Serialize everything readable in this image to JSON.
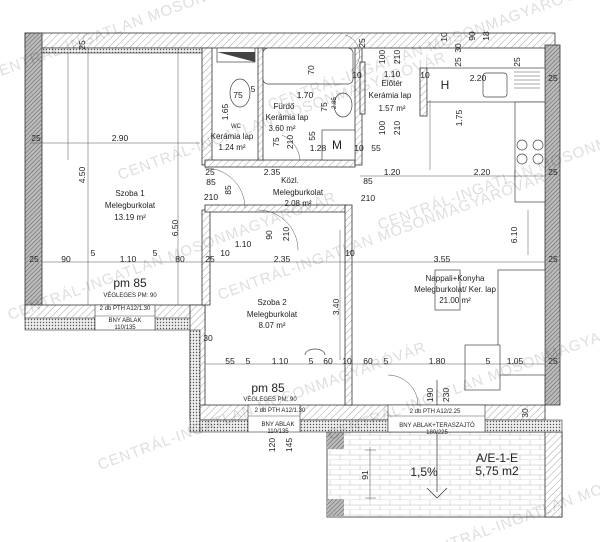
{
  "watermark": "CENTRÁL-INGATLAN MOSONMAGYARÓVÁR",
  "rooms": {
    "szoba1": {
      "name": "Szoba 1",
      "floor": "Melegburkolat",
      "area": "13.19 m²"
    },
    "wc": {
      "name": "WC",
      "floor": "Kerámia lap",
      "area": "1.24 m²"
    },
    "furdo": {
      "name": "Fürdő",
      "floor": "Kerámia lap",
      "area": "3.60 m²"
    },
    "eloter": {
      "name": "Előtér",
      "floor": "Kerámia lap",
      "area": "1.57 m²"
    },
    "kozl": {
      "name": "Közl.",
      "floor": "Melegburkolat",
      "area": "2.08 m²"
    },
    "szoba2": {
      "name": "Szoba 2",
      "floor": "Melegburkolat",
      "area": "8.07 m²"
    },
    "nappali": {
      "name": "Nappali+Konyha",
      "floor": "Melegburkolat/ Ker. lap",
      "area": "21.00 m²"
    },
    "terasz": {
      "name": "A/E-1-E",
      "area": "5,75 m2",
      "slope": "1,5%"
    }
  },
  "fixtures": {
    "hood": "H",
    "washer": "M"
  },
  "windows": {
    "w1": {
      "pm": "pm 85",
      "final": "VÉGLEGES PM: 90",
      "sill": "2 db PTH A12/1.30",
      "type": "BNY ABLAK",
      "size": "110/135"
    },
    "w2": {
      "pm": "pm 85",
      "final": "VÉGLEGES PM: 90",
      "sill": "2 db PTH A12/1.30",
      "type": "BNY ABLAK",
      "size": "110/135",
      "h1": "120",
      "h2": "145"
    },
    "w3": {
      "sill": "2 db PTH A12/2.25",
      "type": "BNY ABLAK+TERASZAJTÓ",
      "size": "180/225",
      "h1": "190",
      "h2": "230"
    }
  },
  "dims": {
    "top": [
      "25",
      "25",
      "30",
      "10",
      "90",
      "18",
      "25",
      "25"
    ],
    "szoba1": [
      "25",
      "2.90",
      "4.50",
      "6.50"
    ],
    "row1": [
      "25",
      "90",
      "5",
      "1.10",
      "5",
      "80",
      "25",
      "10",
      "2.35",
      "10",
      "3.55",
      "25"
    ],
    "wc": [
      "75",
      "5",
      "1.65"
    ],
    "bath": [
      "70",
      "1.70",
      "75",
      "210",
      "2.85",
      "75",
      "55",
      "1.28"
    ],
    "hall": [
      "25",
      "85",
      "210",
      "85",
      "2.35",
      "85",
      "210",
      "1.20",
      "2.20",
      "25"
    ],
    "entry": [
      "100",
      "210",
      "1.10",
      "100",
      "210",
      "10",
      "10",
      "10",
      "55"
    ],
    "kitchen": [
      "2.20",
      "25",
      "1.75",
      "6.10"
    ],
    "szoba2": [
      "1.10",
      "90",
      "210",
      "3.40",
      "30"
    ],
    "row2": [
      "55",
      "5",
      "1.10",
      "5",
      "60",
      "10",
      "60",
      "5",
      "1.80",
      "5",
      "1.05",
      "25"
    ],
    "terrace": [
      "30",
      "91"
    ]
  }
}
